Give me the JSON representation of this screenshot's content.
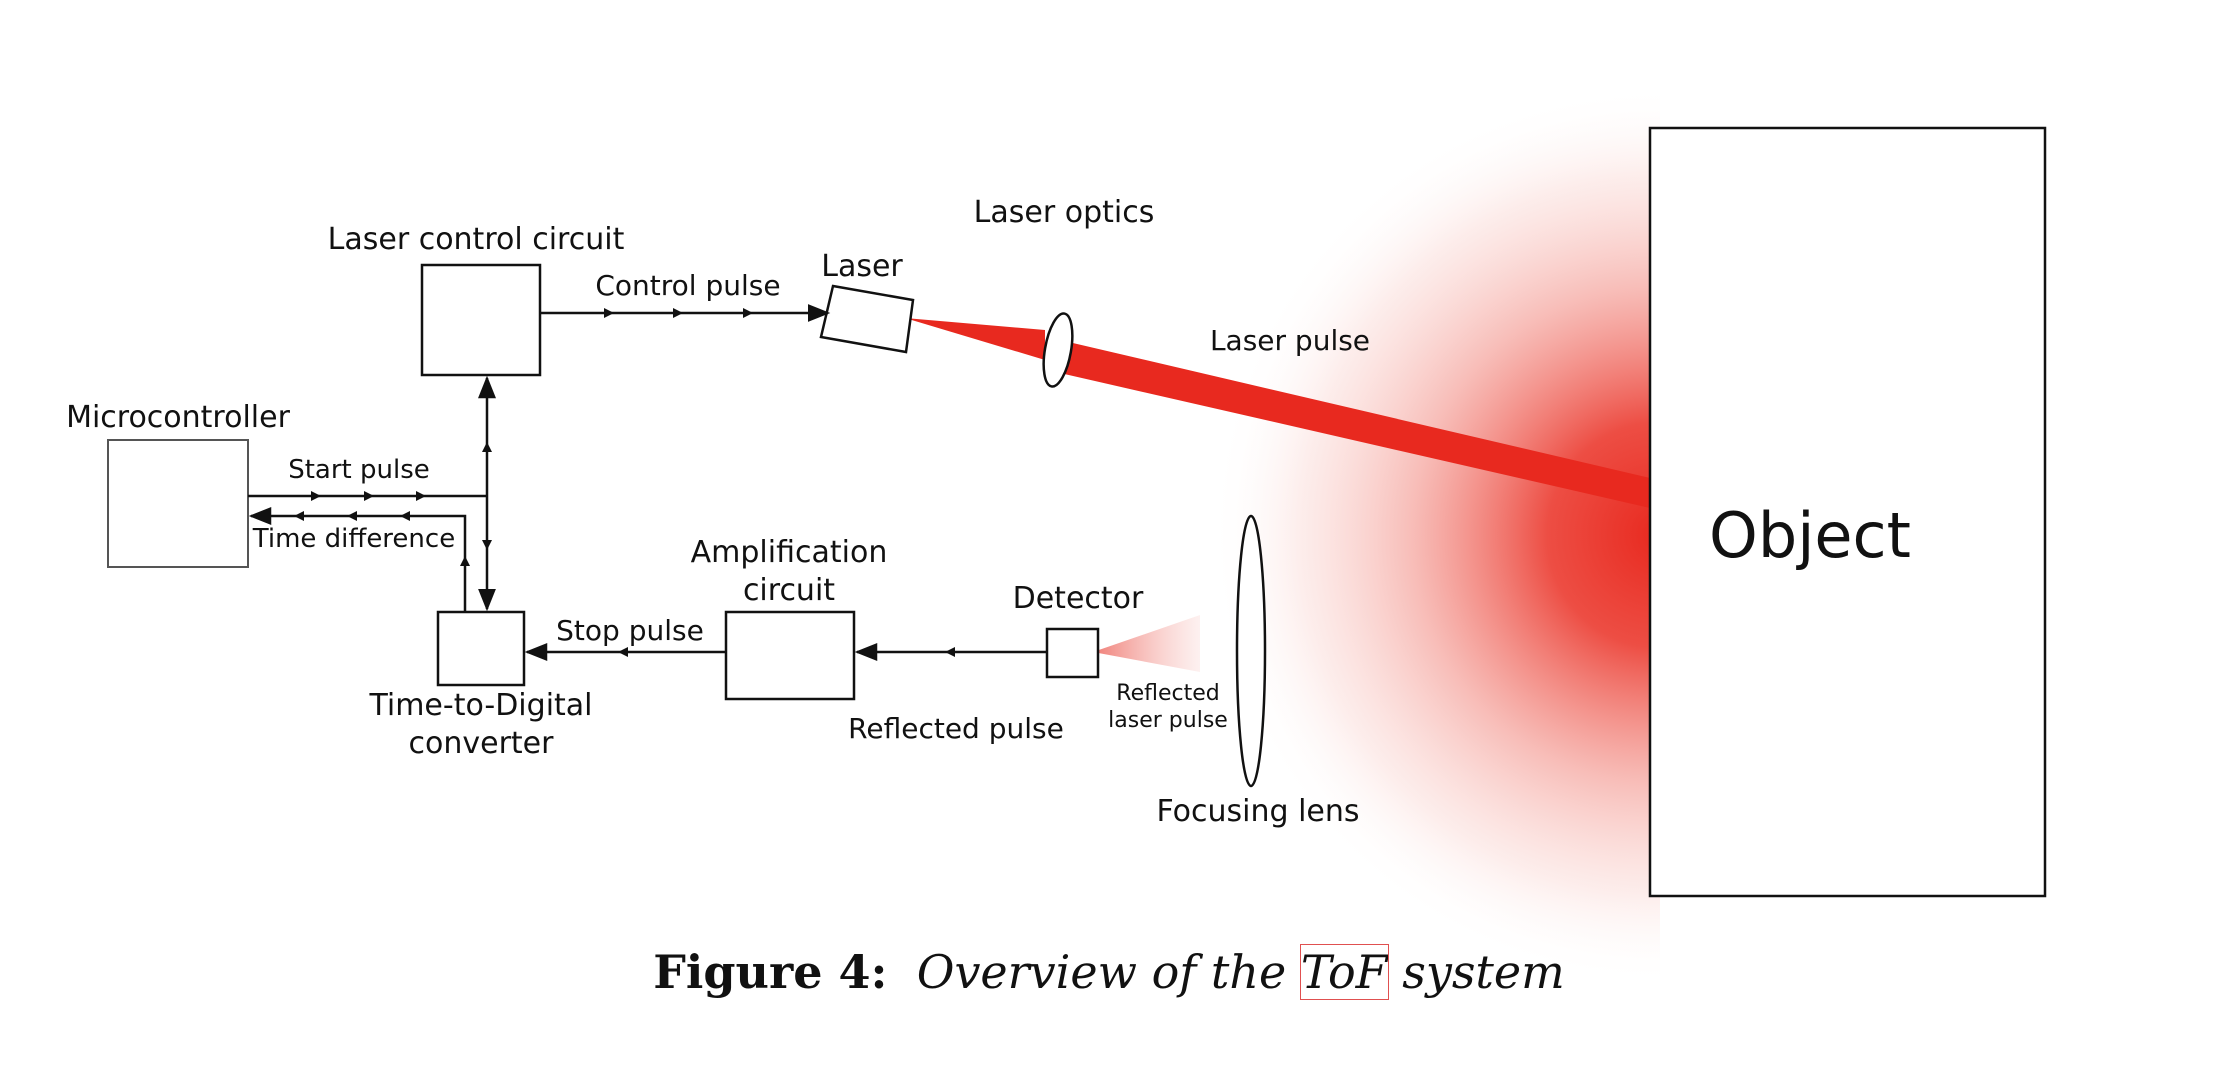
{
  "labels": {
    "laser_control_circuit": "Laser control circuit",
    "control_pulse": "Control pulse",
    "laser": "Laser",
    "laser_optics": "Laser optics",
    "laser_pulse": "Laser pulse",
    "microcontroller": "Microcontroller",
    "start_pulse": "Start pulse",
    "time_difference": "Time difference",
    "amplification_line1": "Amplification",
    "amplification_line2": "circuit",
    "detector": "Detector",
    "stop_pulse": "Stop pulse",
    "tdc_line1": "Time-to-Digital",
    "tdc_line2": "converter",
    "reflected_pulse": "Reflected pulse",
    "reflected_laser_line1": "Reflected",
    "reflected_laser_line2": "laser pulse",
    "focusing_lens": "Focusing lens",
    "object": "Object"
  },
  "caption": {
    "figure_label": "Figure 4:",
    "text_before": "Overview of the",
    "acronym": "ToF",
    "text_after": "system"
  },
  "colors": {
    "laser_red": "#e8291f",
    "stroke": "#111111",
    "acronym_box": "#e05050"
  }
}
